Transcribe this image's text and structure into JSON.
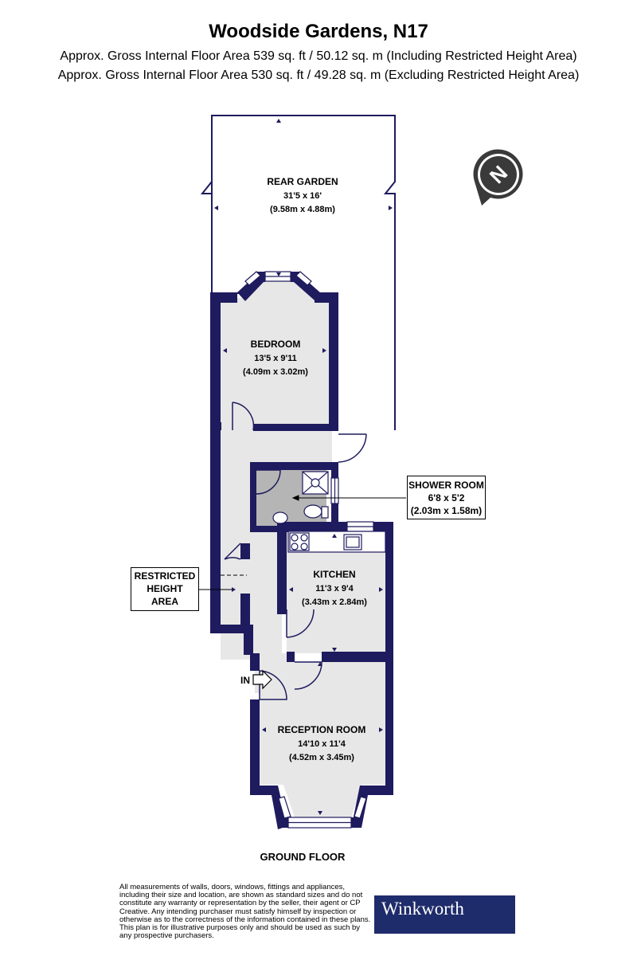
{
  "header": {
    "title": "Woodside Gardens, N17",
    "subtitle_1": "Approx. Gross Internal Floor Area 539 sq. ft / 50.12 sq. m (Including Restricted Height Area)",
    "subtitle_2": "Approx. Gross Internal Floor Area 530 sq. ft / 49.28 sq. m (Excluding Restricted Height Area)"
  },
  "colors": {
    "wall": "#1e1b5e",
    "floor": "#e7e7e7",
    "shower_floor": "#b5b5b5",
    "brand_bg": "#1f2c6b"
  },
  "rooms": {
    "rear_garden": {
      "name": "REAR GARDEN",
      "size_imperial": "31'5 x 16'",
      "size_metric": "(9.58m x 4.88m)"
    },
    "bedroom": {
      "name": "BEDROOM",
      "size_imperial": "13'5 x 9'11",
      "size_metric": "(4.09m x 3.02m)"
    },
    "shower_room": {
      "name": "SHOWER ROOM",
      "size_imperial": "6'8 x 5'2",
      "size_metric": "(2.03m x 1.58m)"
    },
    "kitchen": {
      "name": "KITCHEN",
      "size_imperial": "11'3 x 9'4",
      "size_metric": "(3.43m x 2.84m)"
    },
    "reception_room": {
      "name": "RECEPTION ROOM",
      "size_imperial": "14'10 x 11'4",
      "size_metric": "(4.52m x 3.45m)"
    }
  },
  "restricted_area": {
    "line_1": "RESTRICTED",
    "line_2": "HEIGHT",
    "line_3": "AREA"
  },
  "entrance_label": "IN",
  "floor_label": "GROUND FLOOR",
  "compass": {
    "icon": "north-arrow-icon",
    "letter": "N"
  },
  "disclaimer": "All measurements of walls, doors, windows, fittings and appliances, including their size and location, are shown as standard sizes and do not constitute any warranty or representation by the seller, their agent or CP Creative. Any intending purchaser must satisfy himself by inspection or otherwise as to the correctness of the information contained in these plans. This plan is for illustrative purposes only and should be used as such by any prospective purchasers.",
  "brand": "Winkworth"
}
